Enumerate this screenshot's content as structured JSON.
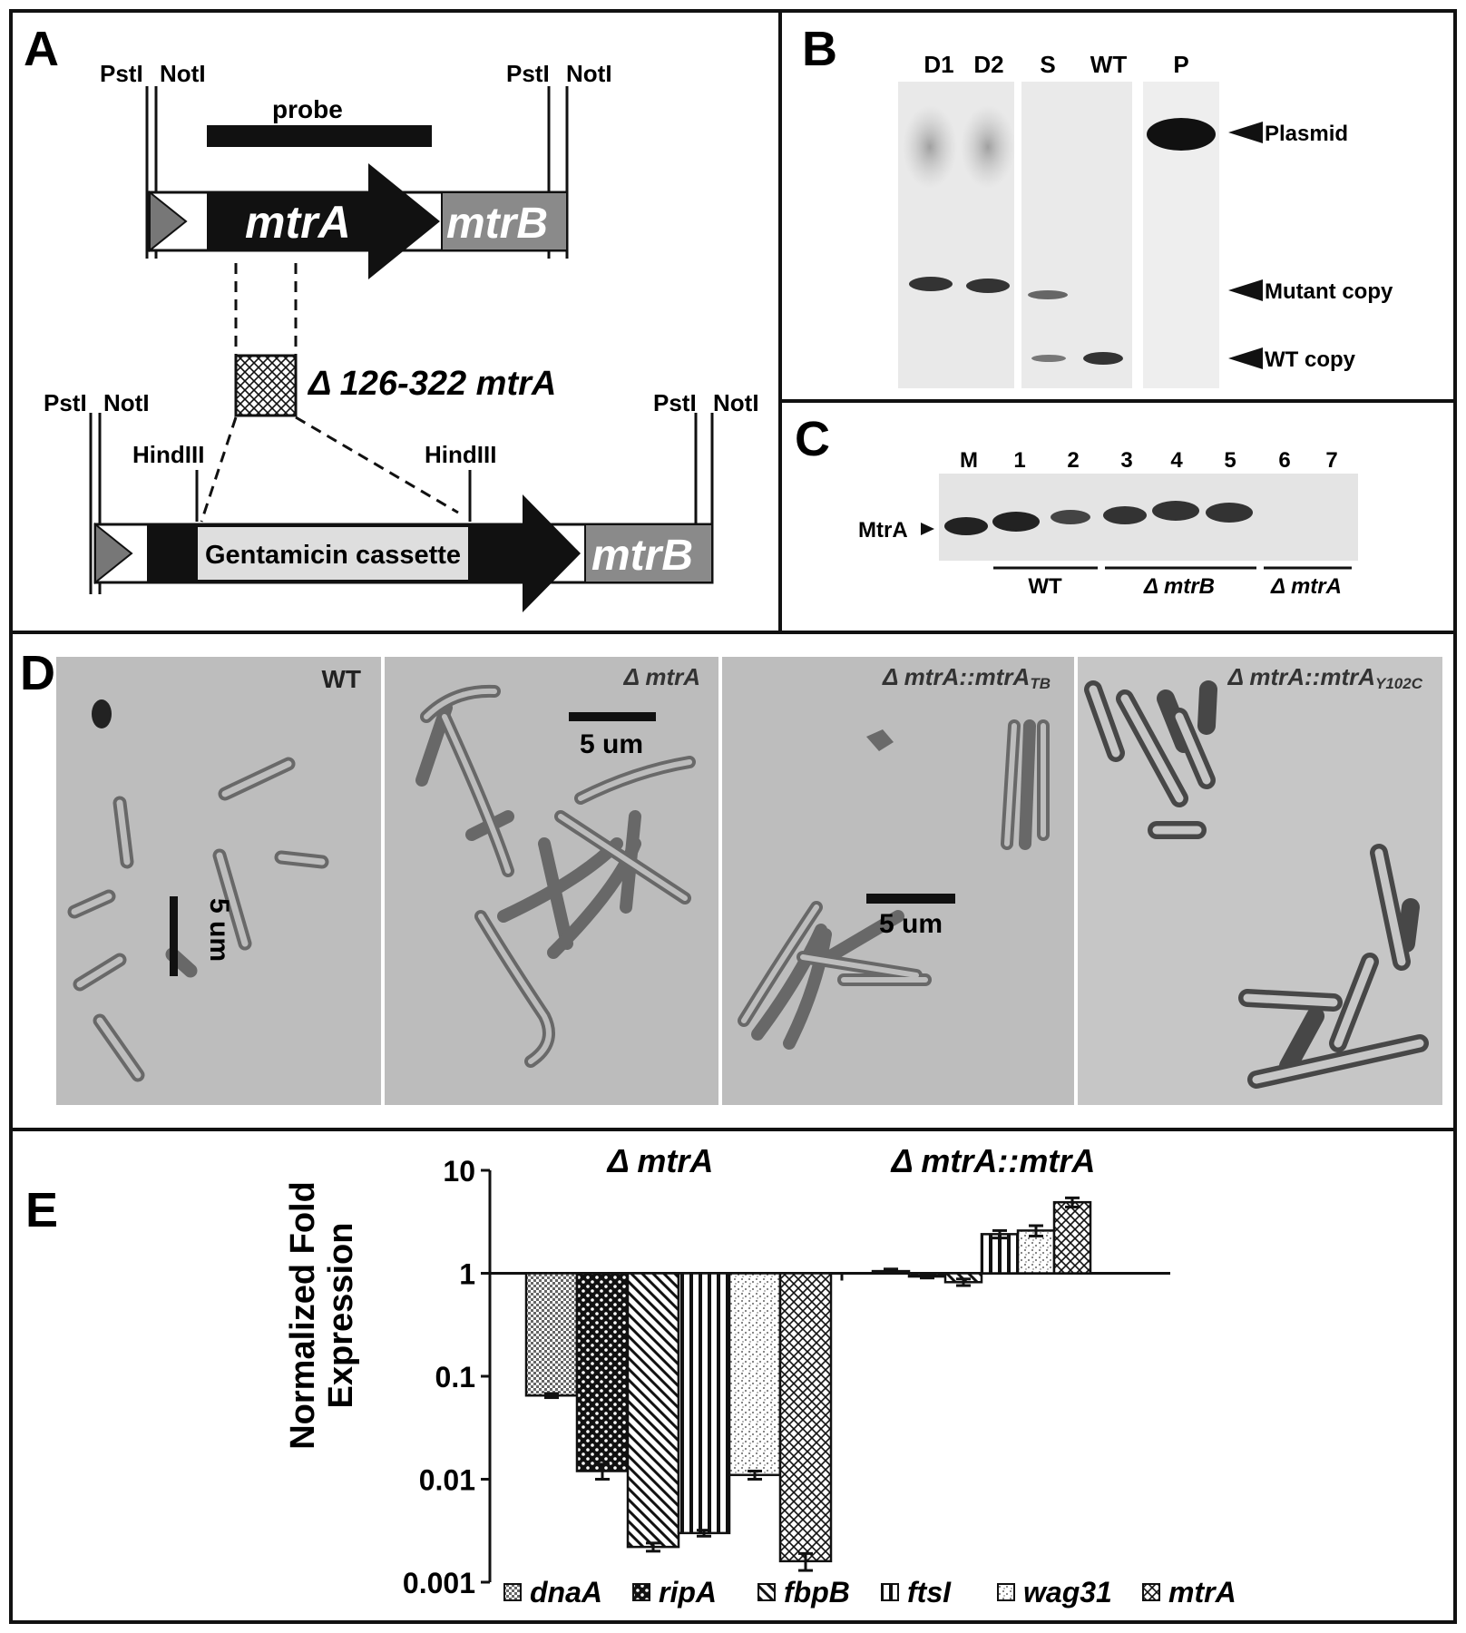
{
  "panels": {
    "a": {
      "letter": "A",
      "sites": {
        "pstI": "PstI",
        "notI": "NotI",
        "hindIII": "HindIII"
      },
      "probe": "probe",
      "gene_mtrA": "mtrA",
      "gene_mtrB": "mtrB",
      "deletion": "Δ 126-322 mtrA",
      "cassette": "Gentamicin cassette"
    },
    "b": {
      "letter": "B",
      "lanes": [
        "D1",
        "D2",
        "S",
        "WT",
        "P"
      ],
      "markers": [
        "Plasmid",
        "Mutant copy",
        "WT copy"
      ]
    },
    "c": {
      "letter": "C",
      "lanes": [
        "M",
        "1",
        "2",
        "3",
        "4",
        "5",
        "6",
        "7"
      ],
      "protein": "MtrA",
      "groups": [
        "WT",
        "Δ mtrB",
        "Δ mtrA"
      ]
    },
    "d": {
      "letter": "D",
      "images": [
        {
          "label": "WT",
          "sub": ""
        },
        {
          "label": "Δ mtrA",
          "sub": ""
        },
        {
          "label": "Δ mtrA::mtrA",
          "sub": "TB"
        },
        {
          "label": "Δ mtrA::mtrA",
          "sub": "Y102C"
        }
      ],
      "scale_bar": "5 um"
    },
    "e": {
      "letter": "E"
    }
  },
  "chart_data": {
    "type": "bar",
    "log_scale": true,
    "ylabel": "Normalized Fold Expression",
    "ylim": [
      0.001,
      10
    ],
    "yticks": [
      "10",
      "1",
      "0.1",
      "0.01",
      "0.001"
    ],
    "group_labels": [
      "Δ mtrA",
      "Δ mtrA::mtrA"
    ],
    "categories": [
      "Δ mtrA",
      "Δ mtrA::mtrA"
    ],
    "series": [
      {
        "name": "dnaA",
        "values": [
          0.065,
          1.05
        ],
        "error": [
          0.003,
          0.05
        ],
        "pattern": "checker"
      },
      {
        "name": "ripA",
        "values": [
          0.012,
          0.93
        ],
        "error": [
          0.002,
          0.03
        ],
        "pattern": "dots"
      },
      {
        "name": "fbpB",
        "values": [
          0.0022,
          0.82
        ],
        "error": [
          0.0002,
          0.06
        ],
        "pattern": "diagonal"
      },
      {
        "name": "ftsI",
        "values": [
          0.003,
          2.4
        ],
        "error": [
          0.0002,
          0.2
        ],
        "pattern": "vertical"
      },
      {
        "name": "wag31",
        "values": [
          0.011,
          2.6
        ],
        "error": [
          0.001,
          0.3
        ],
        "pattern": "speckle"
      },
      {
        "name": "mtrA",
        "values": [
          0.0016,
          4.9
        ],
        "error": [
          0.0003,
          0.5
        ],
        "pattern": "crosshatch"
      }
    ],
    "legend": "bottom",
    "grid": false
  }
}
